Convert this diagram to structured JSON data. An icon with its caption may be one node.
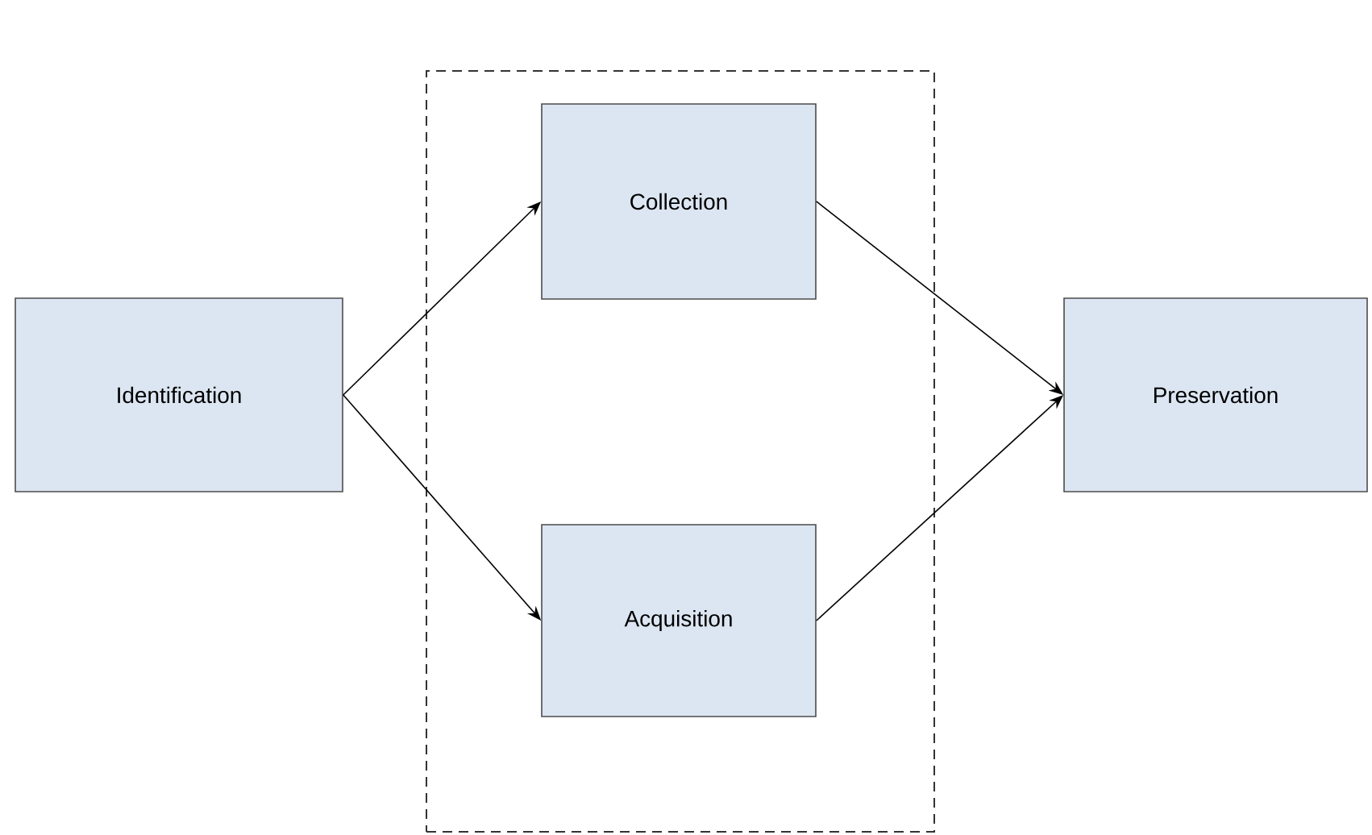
{
  "diagram": {
    "nodes": [
      {
        "text": [
          "Identification"
        ]
      },
      {
        "text": [],
        "shape": "box"
      },
      {
        "text": [
          "Collection"
        ],
        "in": 1
      },
      {
        "text": [
          "Acquisition"
        ],
        "in": 1
      },
      {
        "text": [
          "Preservation"
        ]
      }
    ],
    "edges": [
      {
        "from": 0,
        "to": 2,
        "arrow": "to"
      },
      {
        "from": 0,
        "to": 3,
        "arrow": "to"
      },
      {
        "from": 2,
        "to": 4,
        "arrow": "to"
      },
      {
        "from": 3,
        "to": 4,
        "arrow": "to"
      }
    ]
  }
}
